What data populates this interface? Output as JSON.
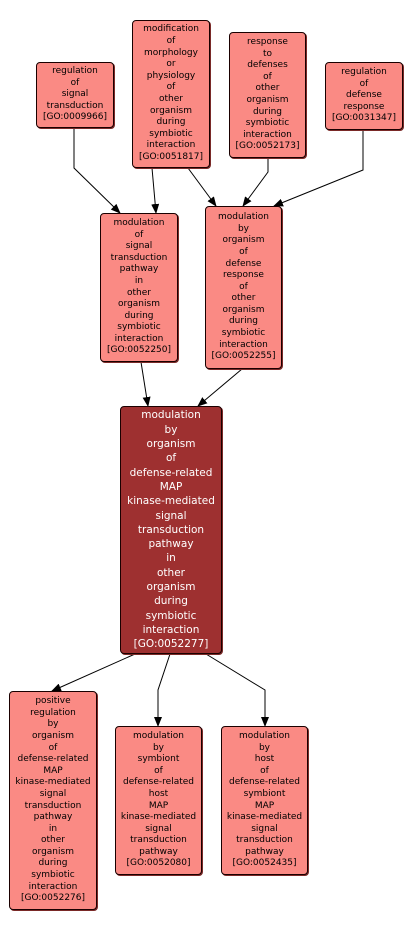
{
  "nodes": [
    {
      "key": "go0009966",
      "words": [
        "regulation",
        "of",
        "signal",
        "transduction"
      ],
      "id": "[GO:0009966]"
    },
    {
      "key": "go0051817",
      "words": [
        "modification",
        "of",
        "morphology",
        "or",
        "physiology",
        "of",
        "other",
        "organism",
        "during",
        "symbiotic",
        "interaction"
      ],
      "id": "[GO:0051817]"
    },
    {
      "key": "go0052173",
      "words": [
        "response",
        "to",
        "defenses",
        "of",
        "other",
        "organism",
        "during",
        "symbiotic",
        "interaction"
      ],
      "id": "[GO:0052173]"
    },
    {
      "key": "go0031347",
      "words": [
        "regulation",
        "of",
        "defense",
        "response"
      ],
      "id": "[GO:0031347]"
    },
    {
      "key": "go0052250",
      "words": [
        "modulation",
        "of",
        "signal",
        "transduction",
        "pathway",
        "in",
        "other",
        "organism",
        "during",
        "symbiotic",
        "interaction"
      ],
      "id": "[GO:0052250]"
    },
    {
      "key": "go0052255",
      "words": [
        "modulation",
        "by",
        "organism",
        "of",
        "defense",
        "response",
        "of",
        "other",
        "organism",
        "during",
        "symbiotic",
        "interaction"
      ],
      "id": "[GO:0052255]"
    },
    {
      "key": "go0052277",
      "words": [
        "modulation",
        "by",
        "organism",
        "of",
        "defense-related",
        "MAP",
        "kinase-mediated",
        "signal",
        "transduction",
        "pathway",
        "in",
        "other",
        "organism",
        "during",
        "symbiotic",
        "interaction"
      ],
      "id": "[GO:0052277]"
    },
    {
      "key": "go0052276",
      "words": [
        "positive",
        "regulation",
        "by",
        "organism",
        "of",
        "defense-related",
        "MAP",
        "kinase-mediated",
        "signal",
        "transduction",
        "pathway",
        "in",
        "other",
        "organism",
        "during",
        "symbiotic",
        "interaction"
      ],
      "id": "[GO:0052276]"
    },
    {
      "key": "go0052080",
      "words": [
        "modulation",
        "by",
        "symbiont",
        "of",
        "defense-related",
        "host",
        "MAP",
        "kinase-mediated",
        "signal",
        "transduction",
        "pathway"
      ],
      "id": "[GO:0052080]"
    },
    {
      "key": "go0052435",
      "words": [
        "modulation",
        "by",
        "host",
        "of",
        "defense-related",
        "symbiont",
        "MAP",
        "kinase-mediated",
        "signal",
        "transduction",
        "pathway"
      ],
      "id": "[GO:0052435]"
    }
  ],
  "edges": [
    {
      "from": "go0009966",
      "to": "go0052250"
    },
    {
      "from": "go0051817",
      "to": "go0052250"
    },
    {
      "from": "go0051817",
      "to": "go0052255"
    },
    {
      "from": "go0052173",
      "to": "go0052255"
    },
    {
      "from": "go0031347",
      "to": "go0052255"
    },
    {
      "from": "go0052250",
      "to": "go0052277"
    },
    {
      "from": "go0052255",
      "to": "go0052277"
    },
    {
      "from": "go0052277",
      "to": "go0052276"
    },
    {
      "from": "go0052277",
      "to": "go0052080"
    },
    {
      "from": "go0052277",
      "to": "go0052435"
    }
  ],
  "colors": {
    "node_fill": "#fa8a84",
    "focus_fill": "#9e3030",
    "border": "#1a0000",
    "edge": "#000000"
  }
}
